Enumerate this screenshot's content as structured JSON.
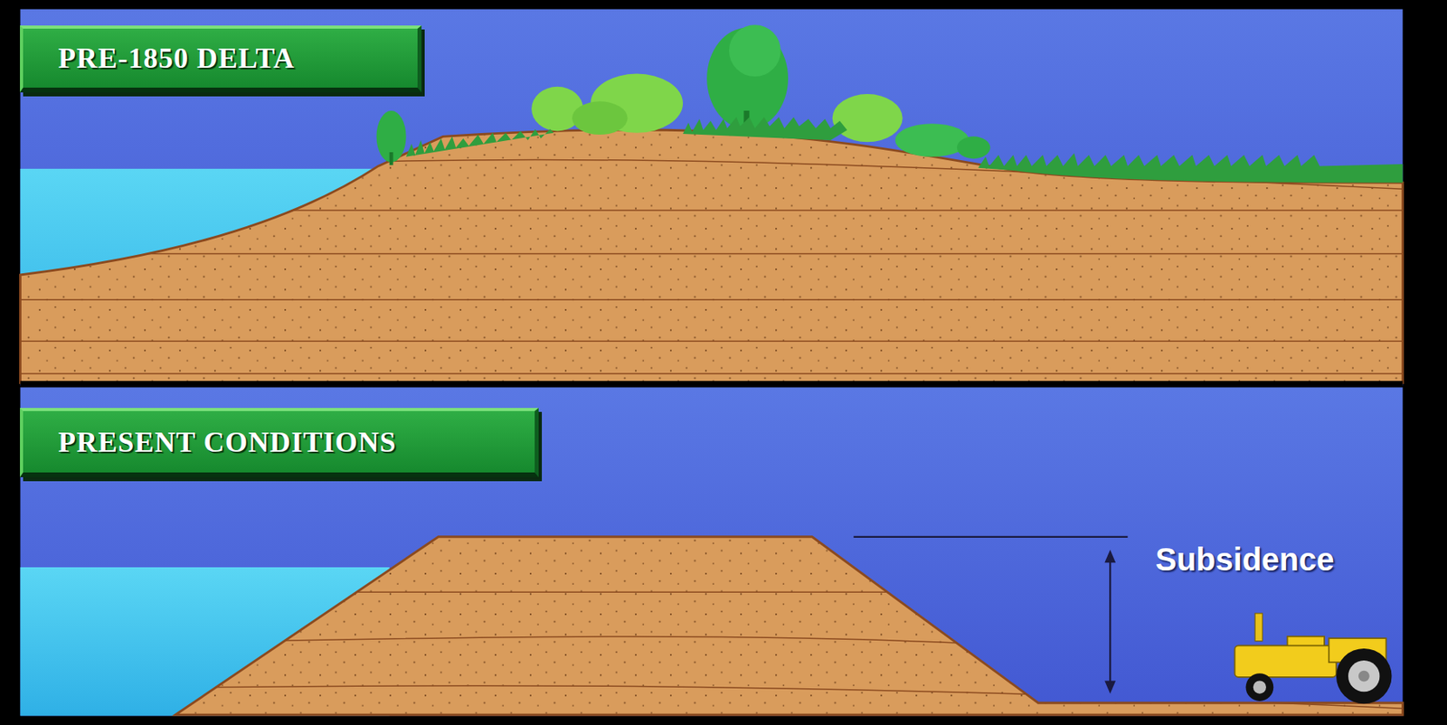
{
  "diagram": {
    "nodes": [
      {
        "text": [
          "PRE-1850 DELTA"
        ]
      },
      {
        "text": [
          "PRESENT CONDITIONS"
        ]
      }
    ],
    "labels": [
      "Subsidence"
    ]
  }
}
